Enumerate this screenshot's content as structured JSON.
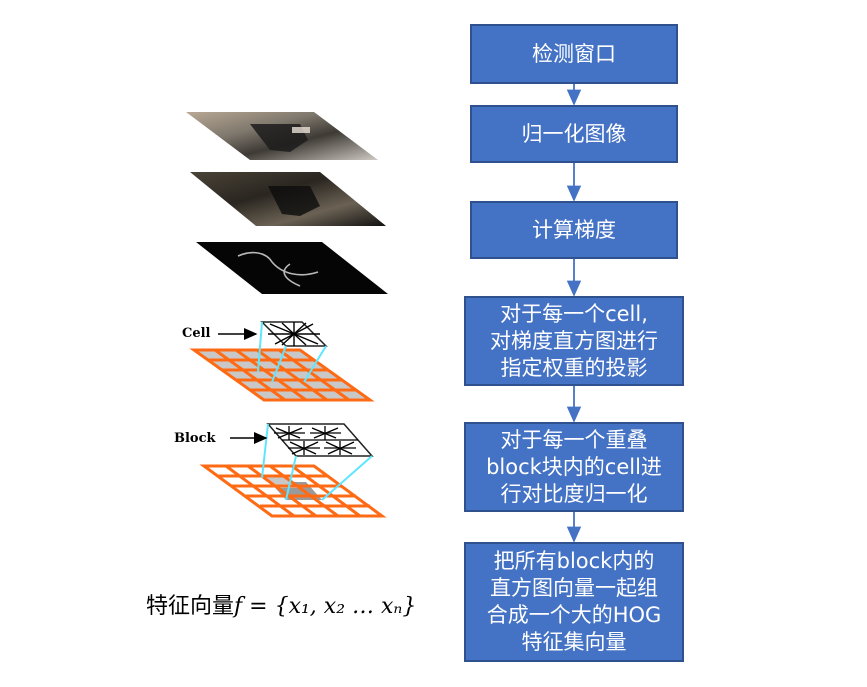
{
  "flowchart": {
    "steps": [
      "检测窗口",
      "归一化图像",
      "计算梯度",
      "对于每一个cell,\n对梯度直方图进行\n指定权重的投影",
      "对于每一个重叠\nblock块内的cell进\n行对比度归一化",
      "把所有block内的\n直方图向量一起组\n合成一个大的HOG\n特征集向量"
    ],
    "box_color": "#4472c4",
    "border_color": "#2f528f",
    "arrow_color": "#4472c4"
  },
  "illustration": {
    "cell_label": "Cell",
    "block_label": "Block",
    "grid_color": "#ff6a14",
    "connector_color": "#5ee6ff"
  },
  "formula": {
    "prefix": "特征向量",
    "expression": "f = {x₁, x₂ … xₙ}"
  }
}
